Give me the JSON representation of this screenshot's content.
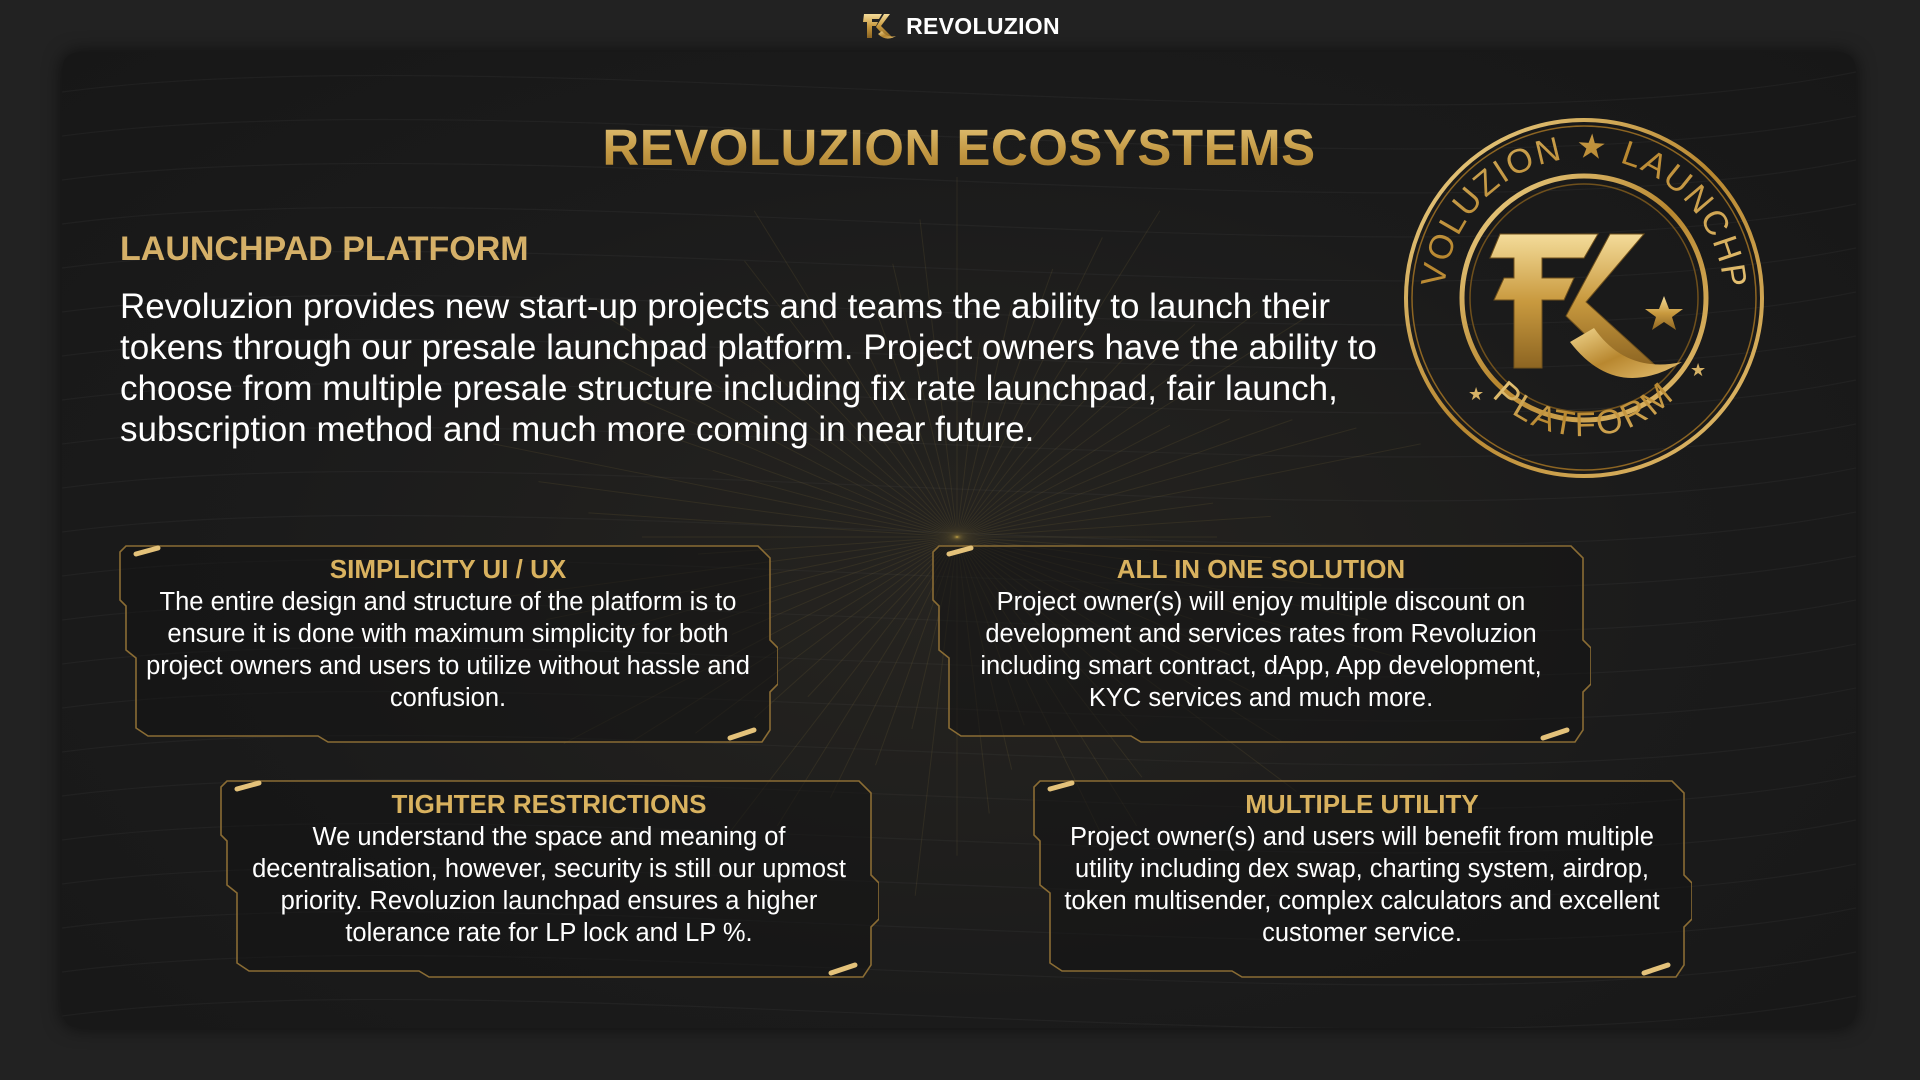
{
  "header": {
    "brand": "REVOLUZION",
    "logo_icon": "revoluzion-rk-logo-icon"
  },
  "slide": {
    "title": "REVOLUZION ECOSYSTEMS",
    "section_heading": "LAUNCHPAD PLATFORM",
    "intro": "Revoluzion provides new start-up projects and teams the ability to launch their tokens through our presale launchpad platform. Project owners have the ability to choose from multiple presale structure including fix rate launchpad, fair launch, subscription method and much more coming in near future.",
    "badge": {
      "top_text": "REVOLUZION  ★  LAUNCHPAD",
      "bottom_text": "PLATFORM",
      "icon": "launchpad-platform-badge-icon"
    },
    "features": [
      {
        "title": "SIMPLICITY UI / UX",
        "text": "The entire design and structure of the platform is to ensure it is done with maximum simplicity for both project owners and users to utilize without hassle and confusion."
      },
      {
        "title": "ALL IN ONE SOLUTION",
        "text": "Project owner(s) will enjoy multiple discount on development and services rates from Revoluzion including smart contract, dApp, App development, KYC services and much more."
      },
      {
        "title": "TIGHTER RESTRICTIONS",
        "text": "We understand the space and meaning of decentralisation, however, security is still our upmost priority. Revoluzion launchpad ensures a higher tolerance rate for LP lock and LP %."
      },
      {
        "title": "MULTIPLE UTILITY",
        "text": "Project owner(s) and users will benefit from multiple utility including dex swap, charting system, airdrop, token multisender, complex calculators and excellent customer service."
      }
    ]
  },
  "colors": {
    "gold": "#c9a24f",
    "gold_light": "#e6c77d",
    "background": "#1b1b1b",
    "text": "#ffffff"
  }
}
